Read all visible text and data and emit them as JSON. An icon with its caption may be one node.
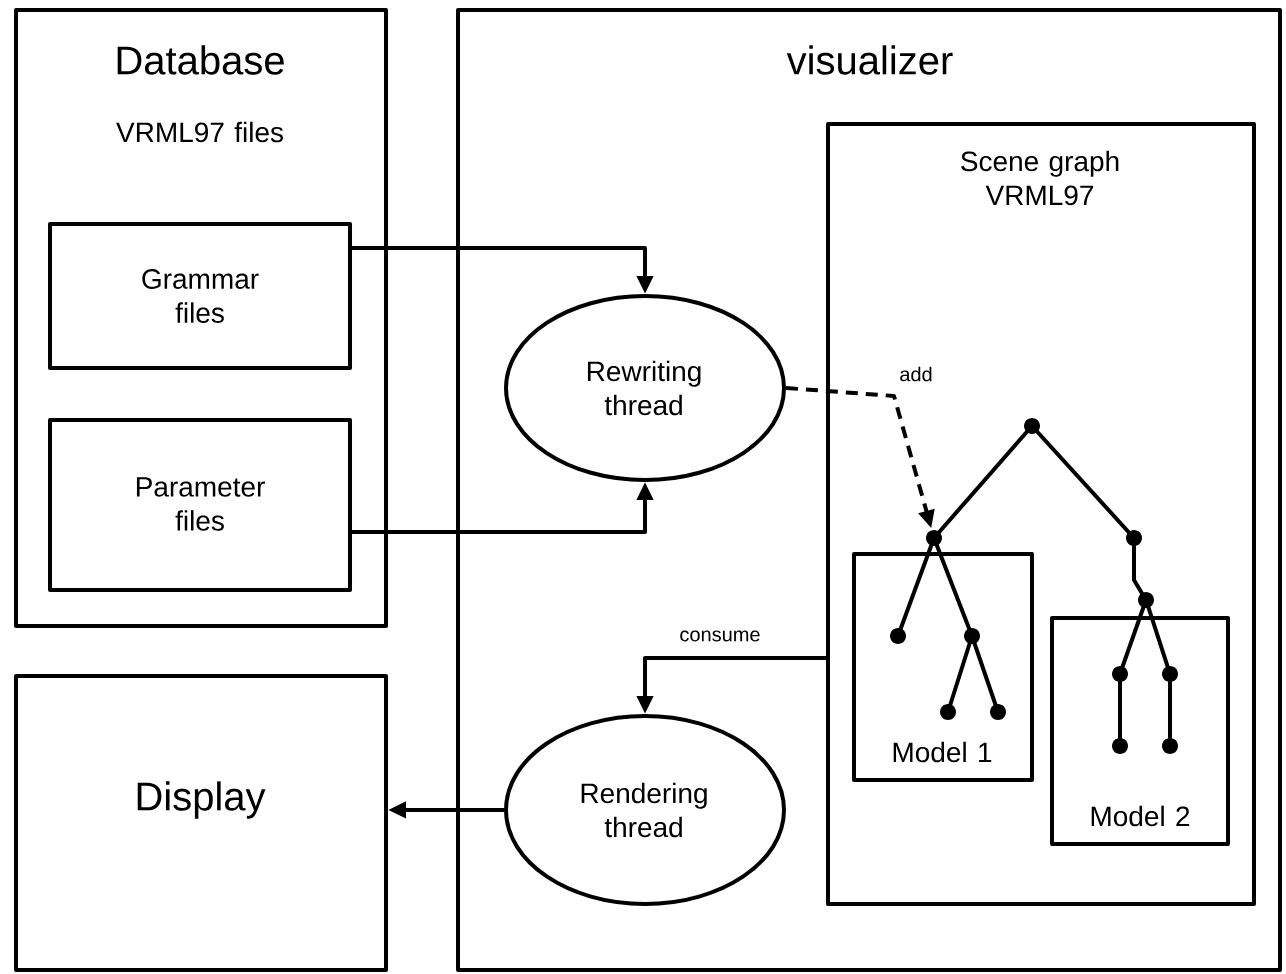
{
  "diagram": {
    "nodes": [
      {
        "text": [
          "Database",
          "VRML97 files"
        ]
      },
      {
        "text": [
          "Grammar files"
        ],
        "in": 0
      },
      {
        "text": [
          "Parameter files"
        ],
        "in": 0
      },
      {
        "text": [
          "Display"
        ]
      },
      {
        "text": [
          "visualizer"
        ]
      },
      {
        "text": [
          "Rewriting thread"
        ],
        "in": 4
      },
      {
        "text": [
          "Rendering thread"
        ],
        "in": 4
      },
      {
        "text": [
          "Scene graph VRML97"
        ],
        "in": 4
      },
      {
        "text": [
          "Model 1"
        ],
        "in": 7
      },
      {
        "text": [
          "Model 2"
        ],
        "in": 7
      },
      {
        "text": [],
        "shape": "circle",
        "in": 7
      }
    ],
    "edges": [
      {
        "from": 1,
        "to": 5,
        "arrow": "to"
      },
      {
        "from": 2,
        "to": 5,
        "arrow": "to"
      },
      {
        "from": 5,
        "to": 10,
        "arrow": "to",
        "label": "add",
        "style": "dashed"
      },
      {
        "from": 7,
        "to": 6,
        "arrow": "to",
        "label": "consume"
      },
      {
        "from": 6,
        "to": 3,
        "arrow": "to"
      }
    ]
  }
}
